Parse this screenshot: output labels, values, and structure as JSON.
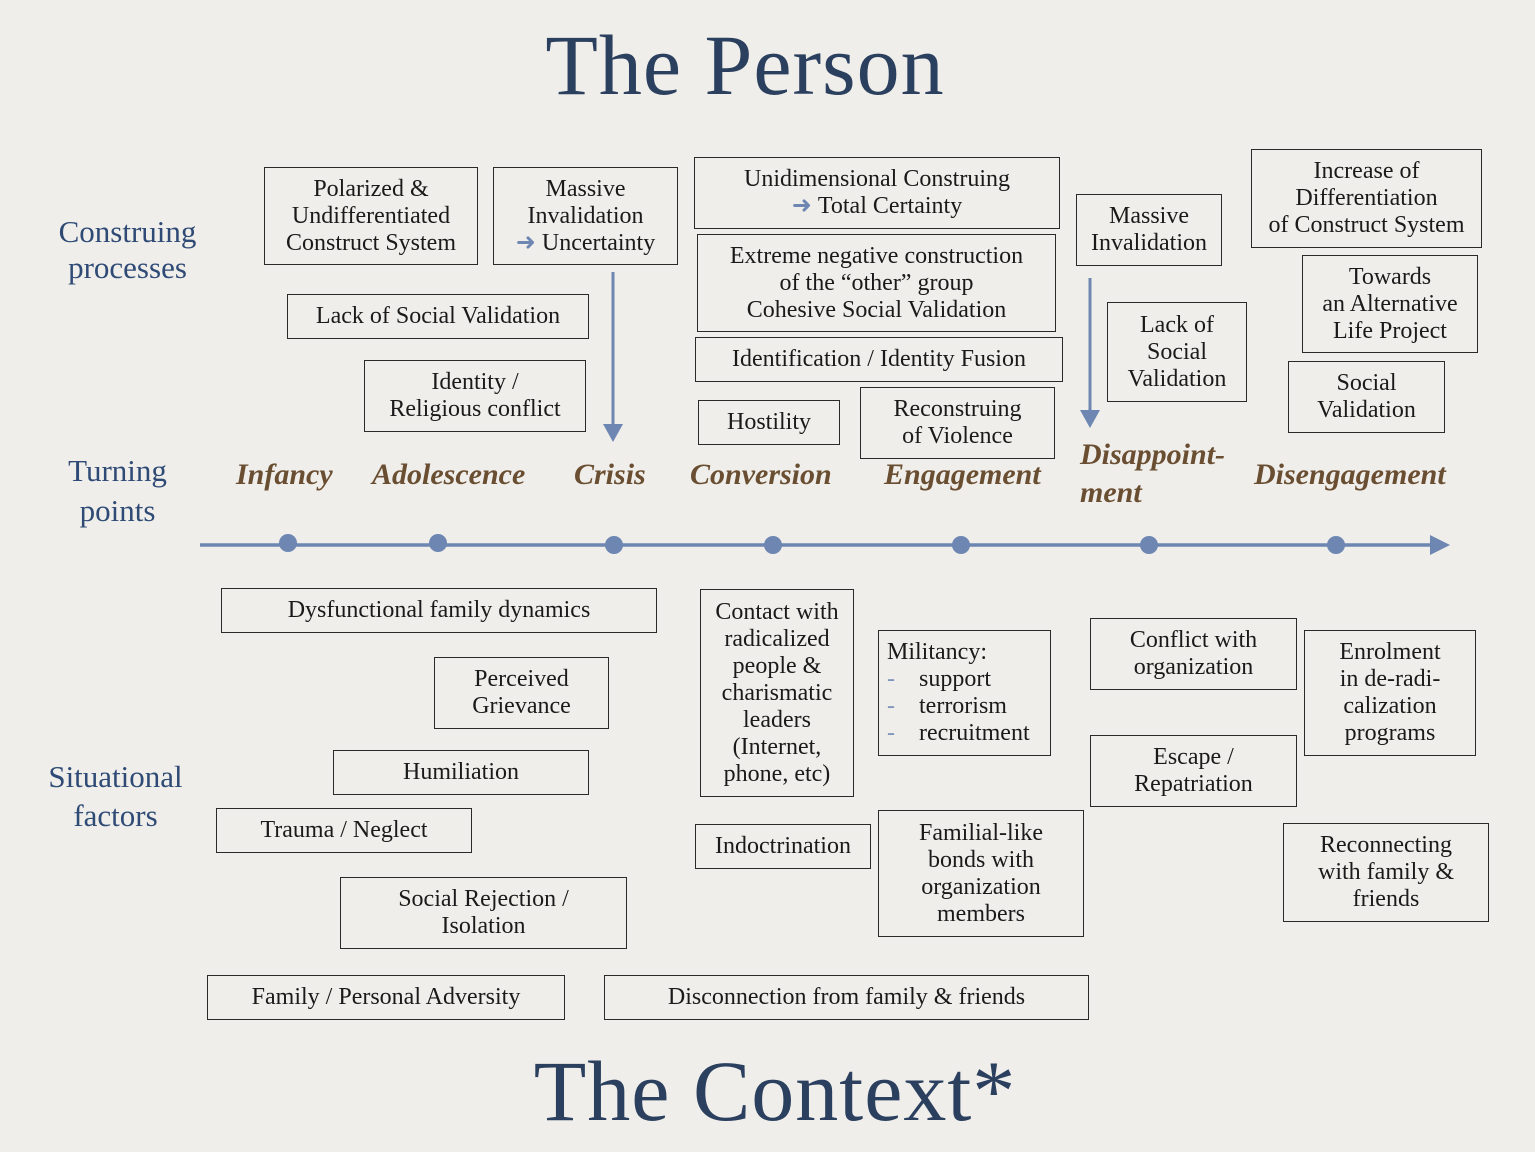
{
  "titles": {
    "top": "The Person",
    "bottom": "The Context*"
  },
  "row_labels": {
    "construing": [
      "Construing",
      "processes"
    ],
    "turning": [
      "Turning",
      "points"
    ],
    "situational": [
      "Situational",
      "factors"
    ]
  },
  "stages": [
    "Infancy",
    "Adolescence",
    "Crisis",
    "Conversion",
    "Engagement",
    "Disappoint-",
    "ment",
    "Disengagement"
  ],
  "construing_boxes": {
    "polarized": [
      "Polarized &",
      "Undifferentiated",
      "Construct System"
    ],
    "massive_invalidation_1": [
      "Massive",
      "Invalidation",
      "Uncertainty"
    ],
    "lack_social_validation_1": "Lack of Social Validation",
    "identity_religious": [
      "Identity /",
      "Religious conflict"
    ],
    "unidimensional": [
      "Unidimensional Construing",
      "Total Certainty"
    ],
    "extreme_negative": [
      "Extreme negative construction",
      "of the “other” group",
      "Cohesive Social Validation"
    ],
    "identification_fusion": "Identification / Identity Fusion",
    "hostility": "Hostility",
    "reconstruing_violence": [
      "Reconstruing",
      "of Violence"
    ],
    "massive_invalidation_2": [
      "Massive",
      "Invalidation"
    ],
    "lack_social_validation_2": [
      "Lack of",
      "Social",
      "Validation"
    ],
    "increase_differentiation": [
      "Increase of",
      "Differentiation",
      "of Construct System"
    ],
    "towards_alternative": [
      "Towards",
      "an Alternative",
      "Life Project"
    ],
    "social_validation": [
      "Social",
      "Validation"
    ]
  },
  "situational_boxes": {
    "dysfunctional_family": "Dysfunctional family dynamics",
    "perceived_grievance": [
      "Perceived",
      "Grievance"
    ],
    "humiliation": "Humiliation",
    "trauma_neglect": "Trauma / Neglect",
    "social_rejection": [
      "Social Rejection /",
      "Isolation"
    ],
    "family_adversity": "Family / Personal Adversity",
    "disconnection": "Disconnection from family & friends",
    "contact_radicalized": [
      "Contact with",
      "radicalized",
      "people &",
      "charismatic",
      "leaders",
      "(Internet,",
      "phone, etc)"
    ],
    "indoctrination": "Indoctrination",
    "militancy_title": "Militancy:",
    "militancy_items": [
      "support",
      "terrorism",
      "recruitment"
    ],
    "familial_bonds": [
      "Familial-like",
      "bonds with",
      "organization",
      "members"
    ],
    "conflict_organization": [
      "Conflict with",
      "organization"
    ],
    "escape_repatriation": [
      "Escape /",
      "Repatriation"
    ],
    "enrolment": [
      "Enrolment",
      "in de-radi-",
      "calization",
      "programs"
    ],
    "reconnecting": [
      "Reconnecting",
      "with family &",
      "friends"
    ]
  },
  "timeline": {
    "color": "#6d86b2",
    "stage_text_color": "#6a4e32",
    "title_color": "#2b3f5e"
  }
}
